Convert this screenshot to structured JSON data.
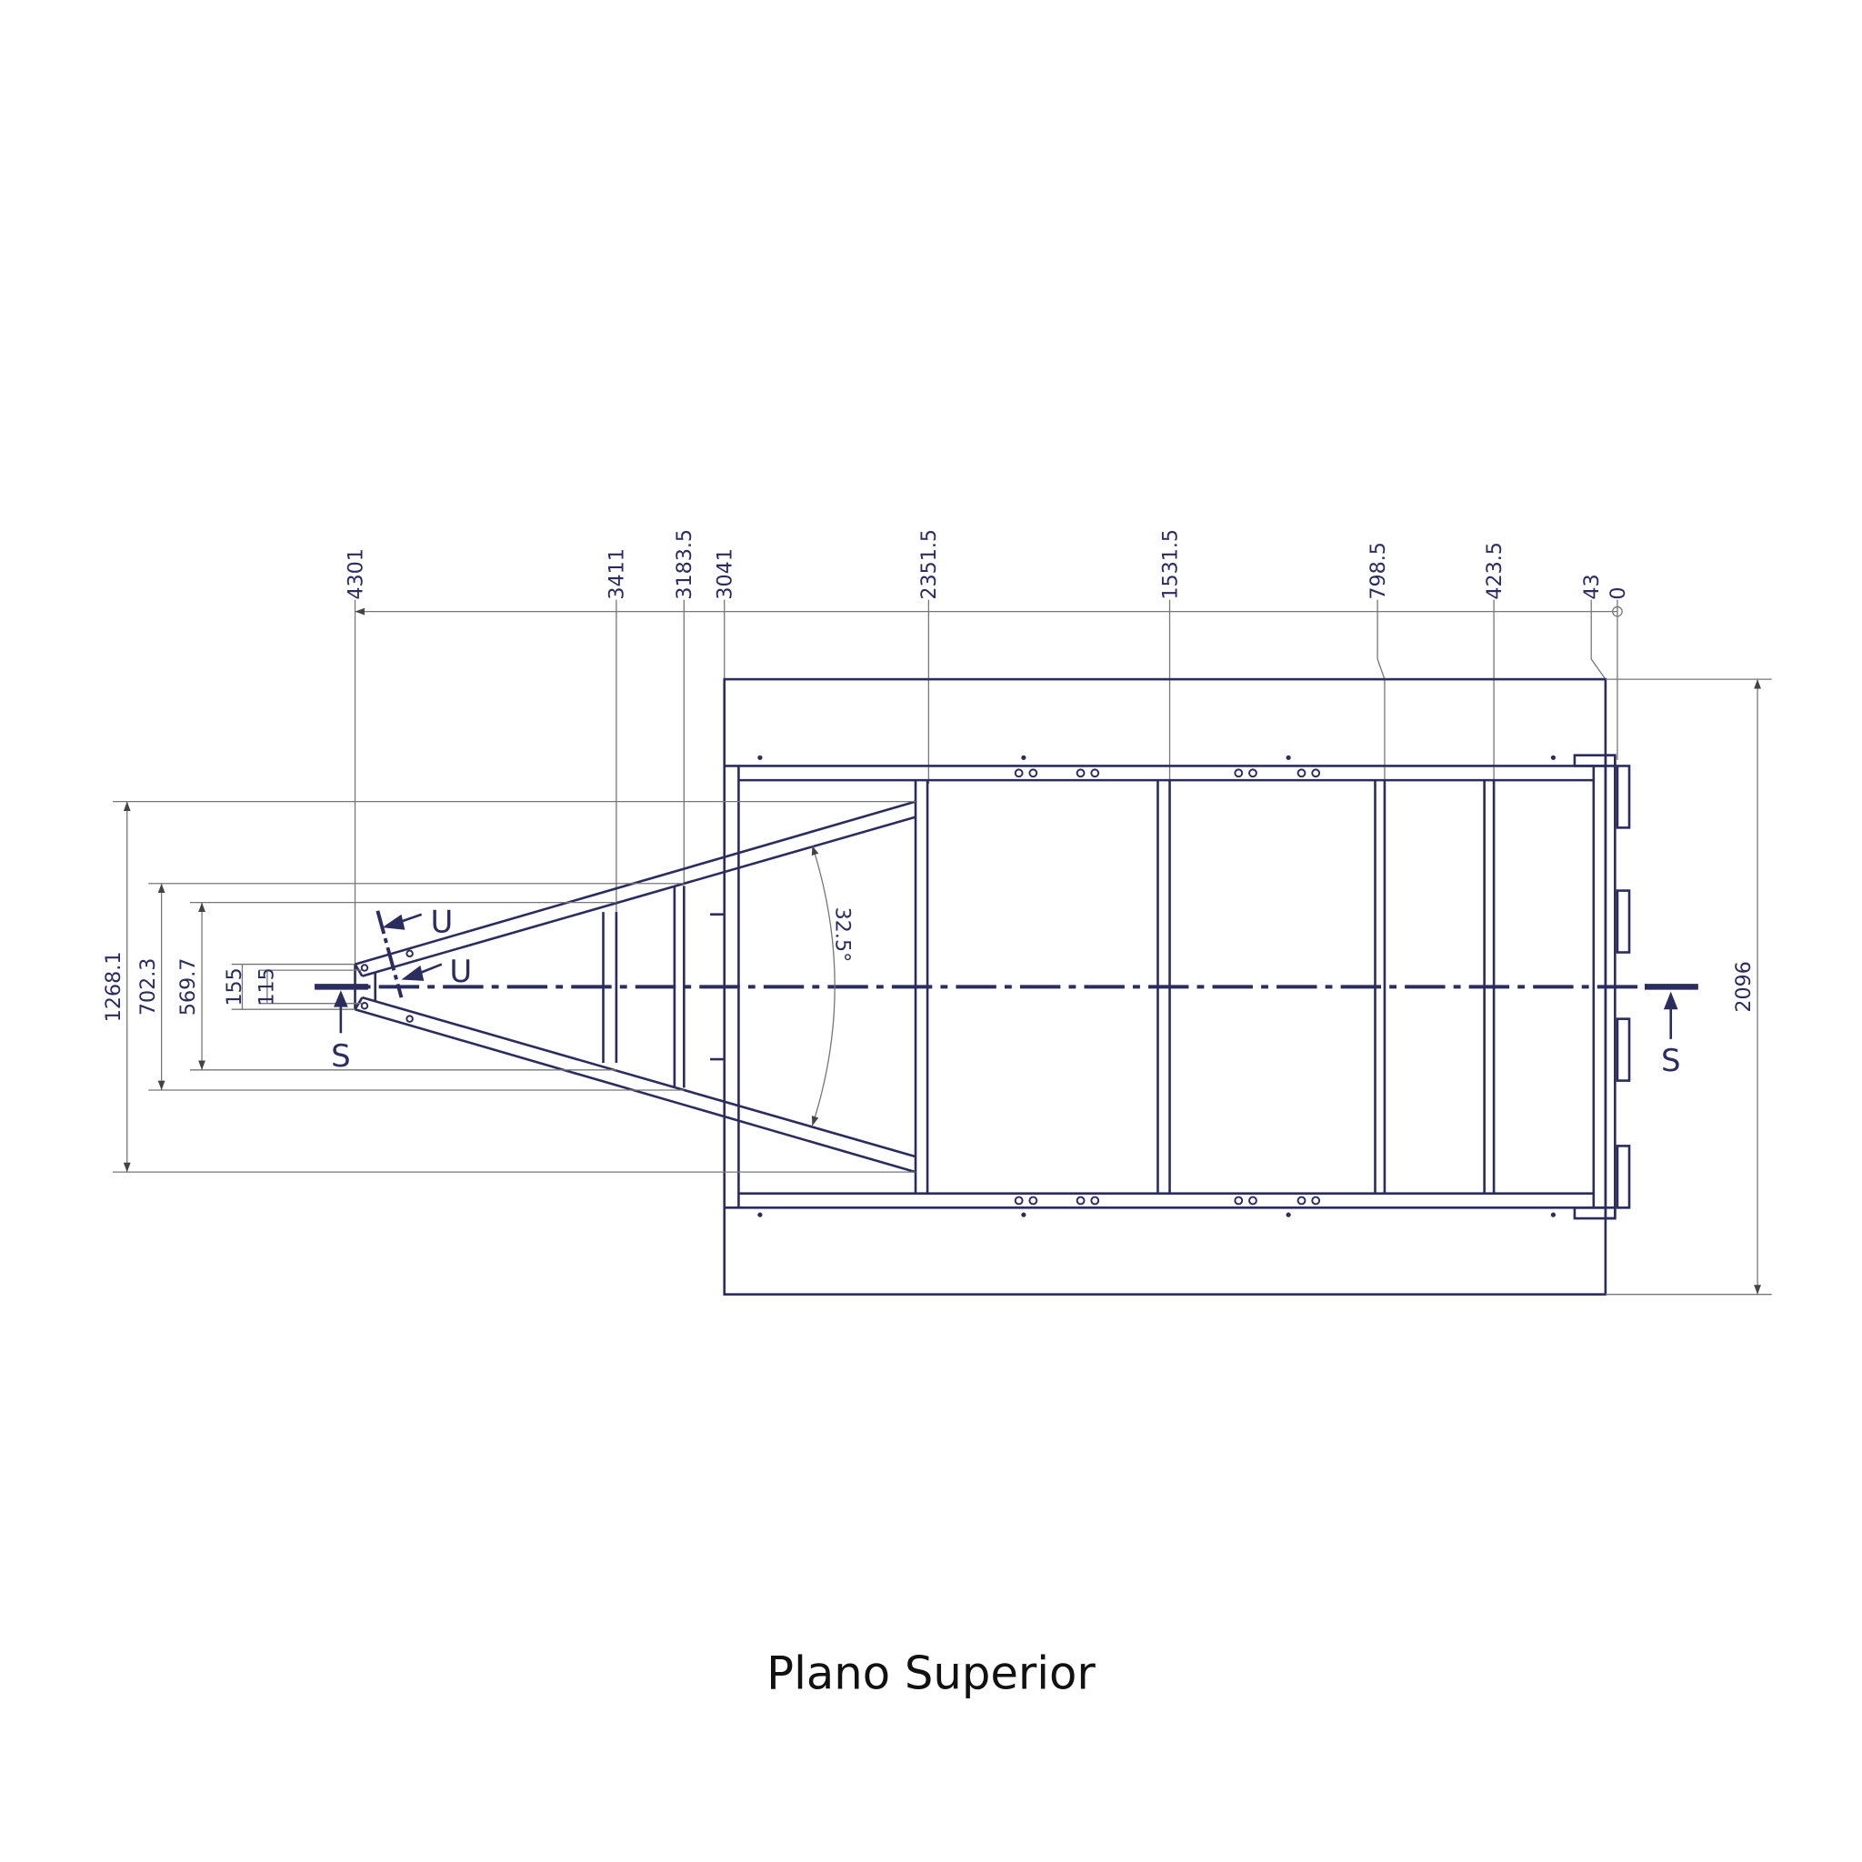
{
  "drawing": {
    "title": "Plano Superior",
    "line_color": "#2b2d5e",
    "top_dimensions": [
      "4301",
      "3411",
      "3183.5",
      "3041",
      "2351.5",
      "1531.5",
      "798.5",
      "423.5",
      "43",
      "0"
    ],
    "left_dimensions": [
      "1268.1",
      "702.3",
      "569.7",
      "155",
      "115"
    ],
    "right_dimension": "2096",
    "angle": "32.5°",
    "section_labels": {
      "s_left": "S",
      "s_right": "S",
      "u_top": "U",
      "u_bottom": "U"
    }
  }
}
